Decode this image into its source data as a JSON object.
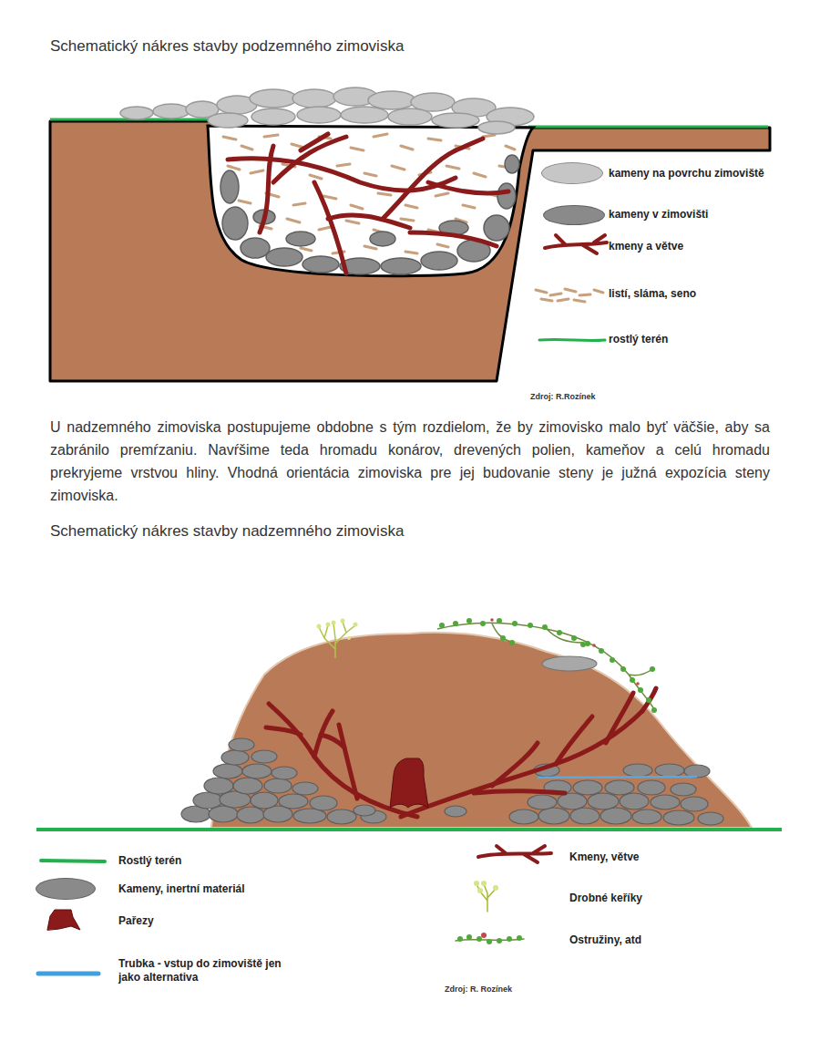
{
  "diagram": {
    "title": "Schematický nákres stavby podzemného zimoviska",
    "labels": [
      "Zdroj: R.Rozínek",
      "U nadzemného zimoviska postupujeme obdobne s tým rozdielom, že by zimovisko malo byť väčšie, aby sa zabránilo premŕzaniu. Navŕšime teda hromadu konárov, drevených polien, kameňov a celú hromadu prekryjeme vrstvou hliny. Vhodná orientácia zimoviska pre jej budovanie steny je južná expozícia steny zimoviska.",
      "Schematický nákres stavby nadzemného zimoviska",
      "Zdroj: R. Rozínek"
    ],
    "legend": [
      {
        "text": "kameny na povrchu zimoviště",
        "color": "#c6c6c6"
      },
      {
        "text": "kameny v zimovišti",
        "color": "#8a8a8a"
      },
      {
        "text": "kmeny a větve"
      },
      {
        "text": "listí, sláma, seno"
      },
      {
        "text": "rostlý terén"
      },
      {
        "text": "Rostlý terén"
      },
      {
        "text": "Kameny, inertní materiál",
        "color": "#8a8a8a"
      },
      {
        "text": "Pařezy"
      },
      {
        "text": "Trubka - vstup do zimoviště jen jako alternativa"
      },
      {
        "text": "Kmeny, větve"
      },
      {
        "text": "Drobné keříky"
      },
      {
        "text": "Ostružiny, atd"
      }
    ]
  }
}
